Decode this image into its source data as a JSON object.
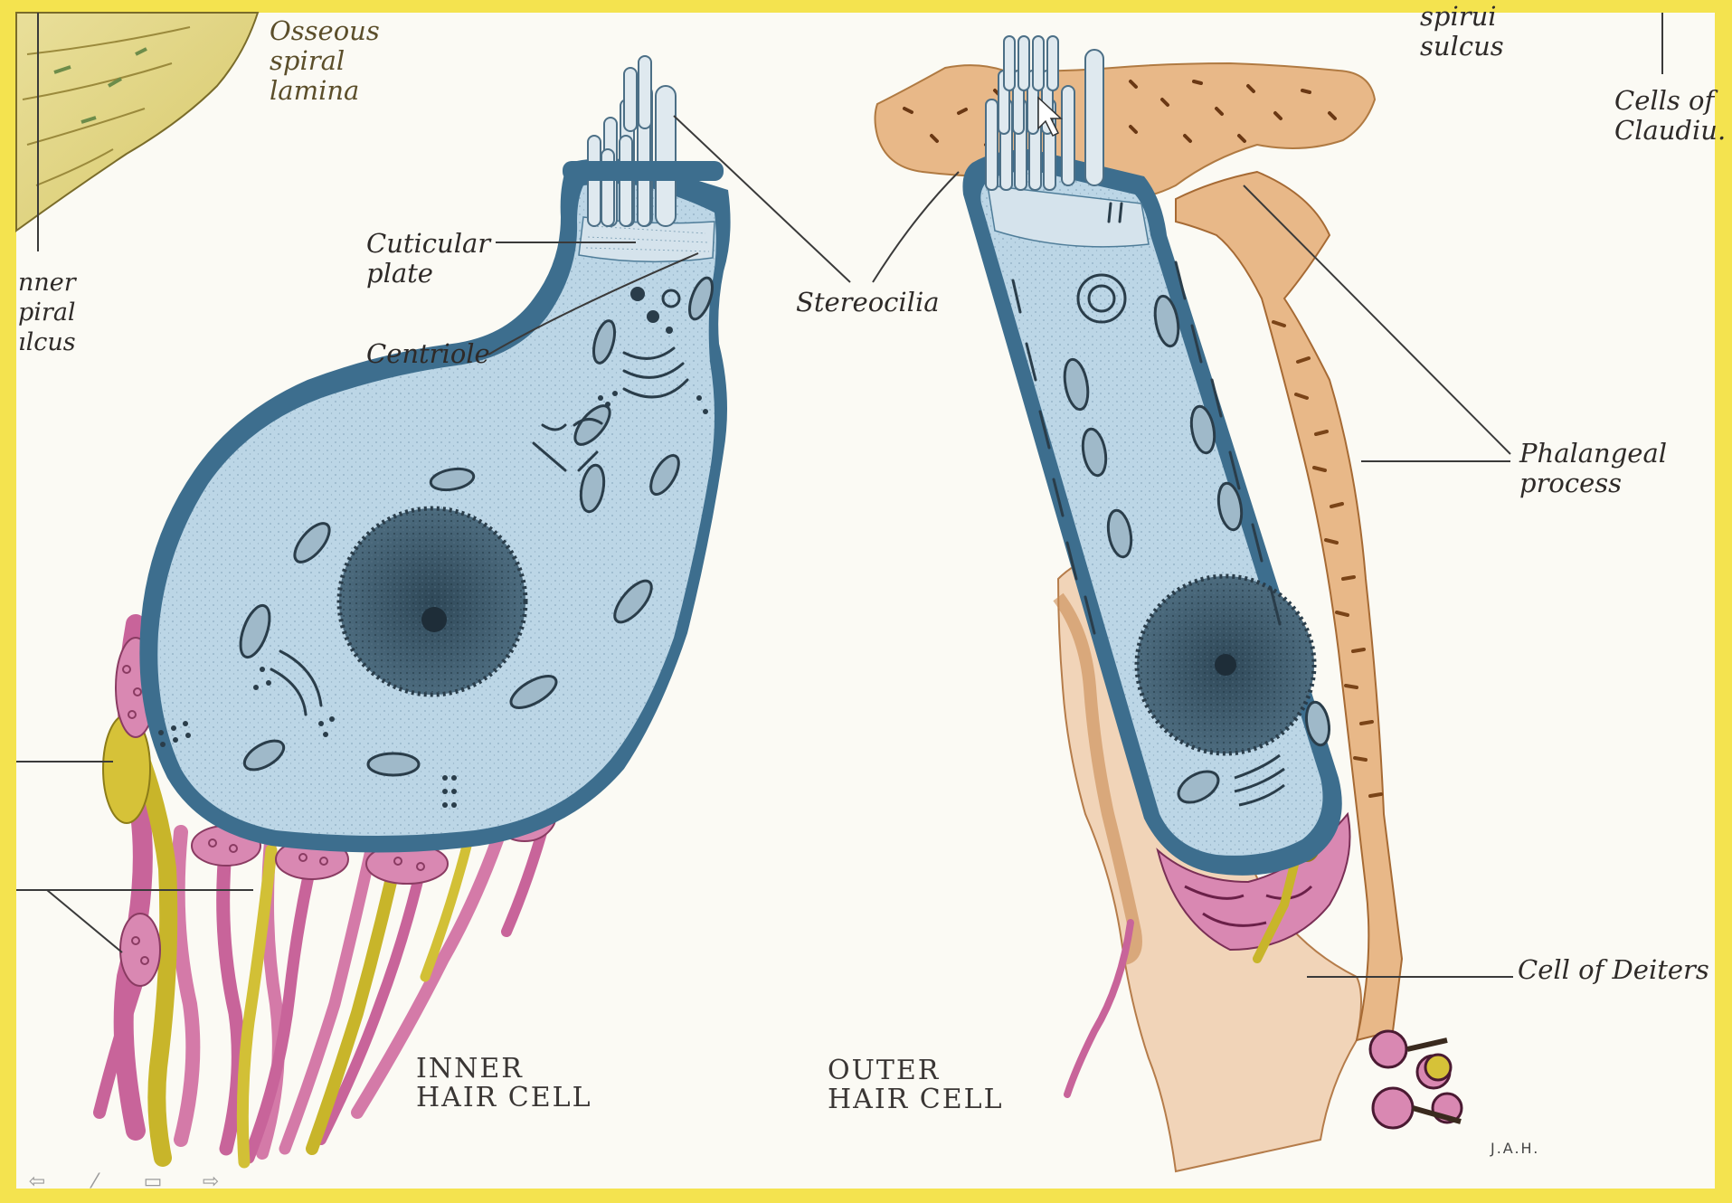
{
  "labels": {
    "osseous_spiral_lamina": "Osseous\nspiral\nlamina",
    "inner_spiral_sulcus": "nner\npiral\nılcus",
    "cuticular_plate": "Cuticular\nplate",
    "centriole": "Centriole",
    "stereocilia": "Stereocilia",
    "spiral_sulcus": "spirui\nsulcus",
    "cells_of_claudius": "Cells of\nClaudiu.",
    "phalangeal_process": "Phalangeal\nprocess",
    "cell_of_deiters": "Cell of Deiters"
  },
  "titles": {
    "inner_hair_cell": "INNER\nHAIR CELL",
    "outer_hair_cell": "OUTER\nHAIR CELL"
  },
  "signature": "J.A.H.",
  "colors": {
    "frame": "#f4e34f",
    "paper": "#fbfaf4",
    "cytoplasm": "#bcd6e6",
    "membrane": "#3d6e8e",
    "nucleus": "#3d5a6c",
    "organelle": "#2a3d4a",
    "nerve_pink": "#c8649a",
    "nerve_yellow": "#c8b52a",
    "tectorial": "#e8b888",
    "deiters": "#f1d4b8",
    "leader": "#3a3a3a"
  },
  "controls": {
    "prev": "⇦",
    "pen": "⁄",
    "menu": "▭",
    "next": "⇨"
  }
}
